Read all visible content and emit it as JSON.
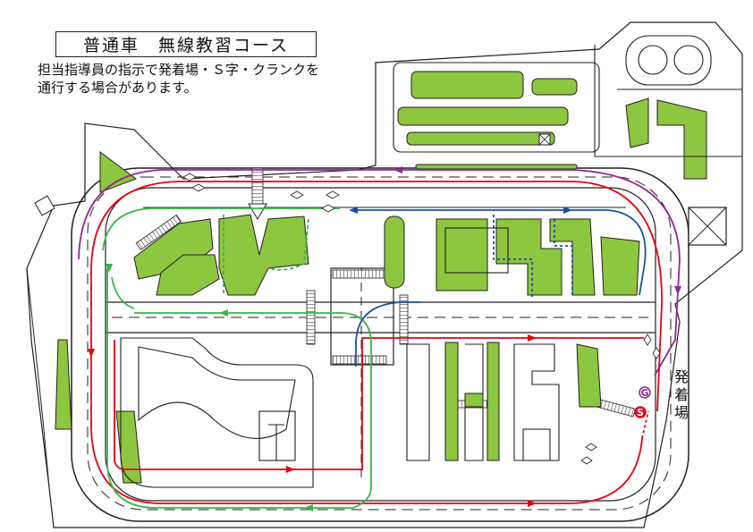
{
  "title": "普通車　無線教習コース",
  "note": {
    "line1": "担当指導員の指示で発着場・Ｓ字・クランクを",
    "line2": "通行する場合があります。"
  },
  "departure_area_label": [
    "発",
    "着",
    "場"
  ],
  "markers": {
    "start": "S",
    "goal": "G"
  },
  "colors": {
    "green_area": "#8dc63f",
    "red_route": "#e60012",
    "purple_route": "#92278f",
    "green_route": "#39b54a",
    "blue_route": "#1d4f9e",
    "outline": "#231f20"
  }
}
